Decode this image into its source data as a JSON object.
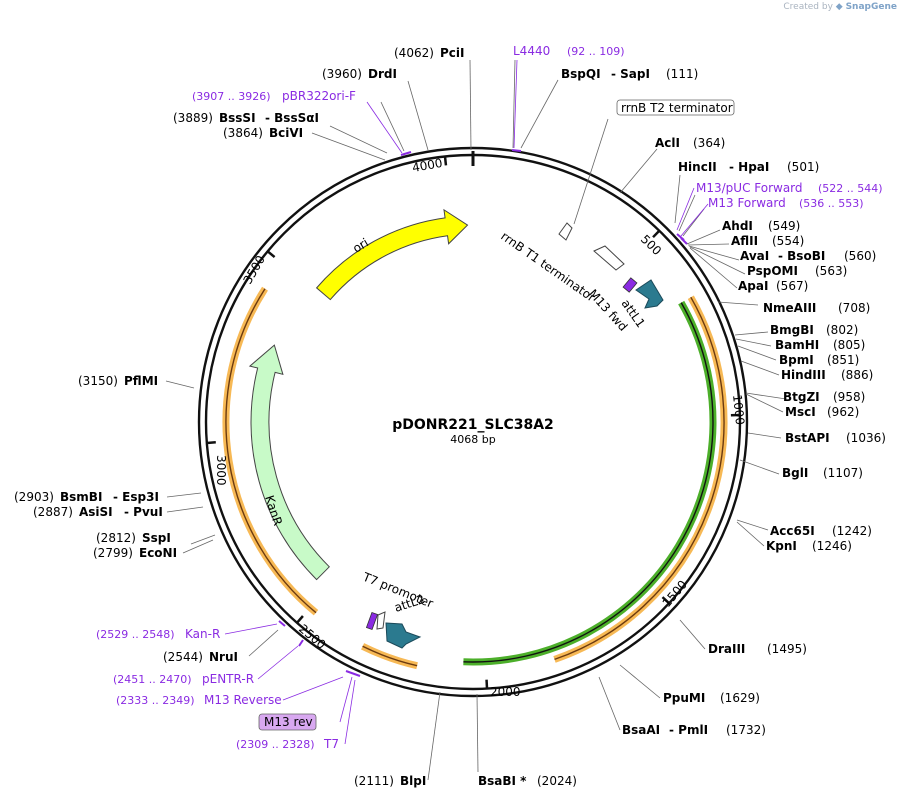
{
  "credit": {
    "prefix": "Created by",
    "brand": "SnapGene"
  },
  "plasmid": {
    "name": "pDONR221_SLC38A2",
    "length_label": "4068 bp",
    "length": 4068
  },
  "ticks": [
    "500",
    "1000",
    "1500",
    "2000",
    "2500",
    "3000",
    "3500",
    "4000"
  ],
  "sites": [
    {
      "pos": "(4062)",
      "name": "PciI"
    },
    {
      "pos": "(3960)",
      "name": "DrdI"
    },
    {
      "pos": "(3889)",
      "name": "BssSI",
      "alt": "- BssSαI"
    },
    {
      "pos": "(3864)",
      "name": "BciVI"
    },
    {
      "pos": "(111)",
      "name": "BspQI",
      "alt": "- SapI"
    },
    {
      "pos": "(364)",
      "name": "AclI"
    },
    {
      "pos": "(501)",
      "name": "HincII",
      "alt": "- HpaI"
    },
    {
      "pos": "(549)",
      "name": "AhdI"
    },
    {
      "pos": "(554)",
      "name": "AflII"
    },
    {
      "pos": "(560)",
      "name": "AvaI",
      "alt": "- BsoBI"
    },
    {
      "pos": "(563)",
      "name": "PspOMI"
    },
    {
      "pos": "(567)",
      "name": "ApaI"
    },
    {
      "pos": "(708)",
      "name": "NmeAIII"
    },
    {
      "pos": "(802)",
      "name": "BmgBI"
    },
    {
      "pos": "(805)",
      "name": "BamHI"
    },
    {
      "pos": "(851)",
      "name": "BpmI"
    },
    {
      "pos": "(886)",
      "name": "HindIII"
    },
    {
      "pos": "(958)",
      "name": "BtgZI"
    },
    {
      "pos": "(962)",
      "name": "MscI"
    },
    {
      "pos": "(1036)",
      "name": "BstAPI"
    },
    {
      "pos": "(1107)",
      "name": "BglI"
    },
    {
      "pos": "(1242)",
      "name": "Acc65I"
    },
    {
      "pos": "(1246)",
      "name": "KpnI"
    },
    {
      "pos": "(1495)",
      "name": "DraIII"
    },
    {
      "pos": "(1629)",
      "name": "PpuMI"
    },
    {
      "pos": "(1732)",
      "name": "BsaAI",
      "alt": "- PmlI"
    },
    {
      "pos": "(2024)",
      "name": "BsaBI *"
    },
    {
      "pos": "(2111)",
      "name": "BlpI"
    },
    {
      "pos": "(2544)",
      "name": "NruI"
    },
    {
      "pos": "(2799)",
      "name": "EcoNI"
    },
    {
      "pos": "(2812)",
      "name": "SspI"
    },
    {
      "pos": "(2887)",
      "name": "AsiSI",
      "alt": "- PvuI"
    },
    {
      "pos": "(2903)",
      "name": "BsmBI",
      "alt": "- Esp3I"
    },
    {
      "pos": "(3150)",
      "name": "PflMI"
    }
  ],
  "primers": [
    {
      "name": "L4440",
      "range": "(92 .. 109)"
    },
    {
      "name": "pBR322ori-F",
      "range": "(3907 .. 3926)"
    },
    {
      "name": "M13/pUC Forward",
      "range": "(522 .. 544)"
    },
    {
      "name": "M13 Forward",
      "range": "(536 .. 553)"
    },
    {
      "name": "Kan-R",
      "range": "(2529 .. 2548)"
    },
    {
      "name": "pENTR-R",
      "range": "(2451 .. 2470)"
    },
    {
      "name": "M13 Reverse",
      "range": "(2333 .. 2349)"
    },
    {
      "name": "T7",
      "range": "(2309 .. 2328)"
    }
  ],
  "boxed_labels": {
    "rrnb_t2": "rrnB T2 terminator",
    "m13_rev": "M13 rev"
  },
  "features": {
    "ori": "ori",
    "kanr": "KanR",
    "rrnb_t1": "rrnB T1 terminator",
    "m13_fwd": "M13 fwd",
    "attl1": "attL1",
    "t7": "T7 promoter",
    "attl2": "attL2"
  },
  "colors": {
    "ori": "#ffff00",
    "kanr": "#c8fac8",
    "insert_line": "#4caf2a",
    "orange_band": "#f7b955",
    "att": "#2b7a8f",
    "primer": "#8a2be2",
    "primer_box": "#d8a8f0"
  }
}
